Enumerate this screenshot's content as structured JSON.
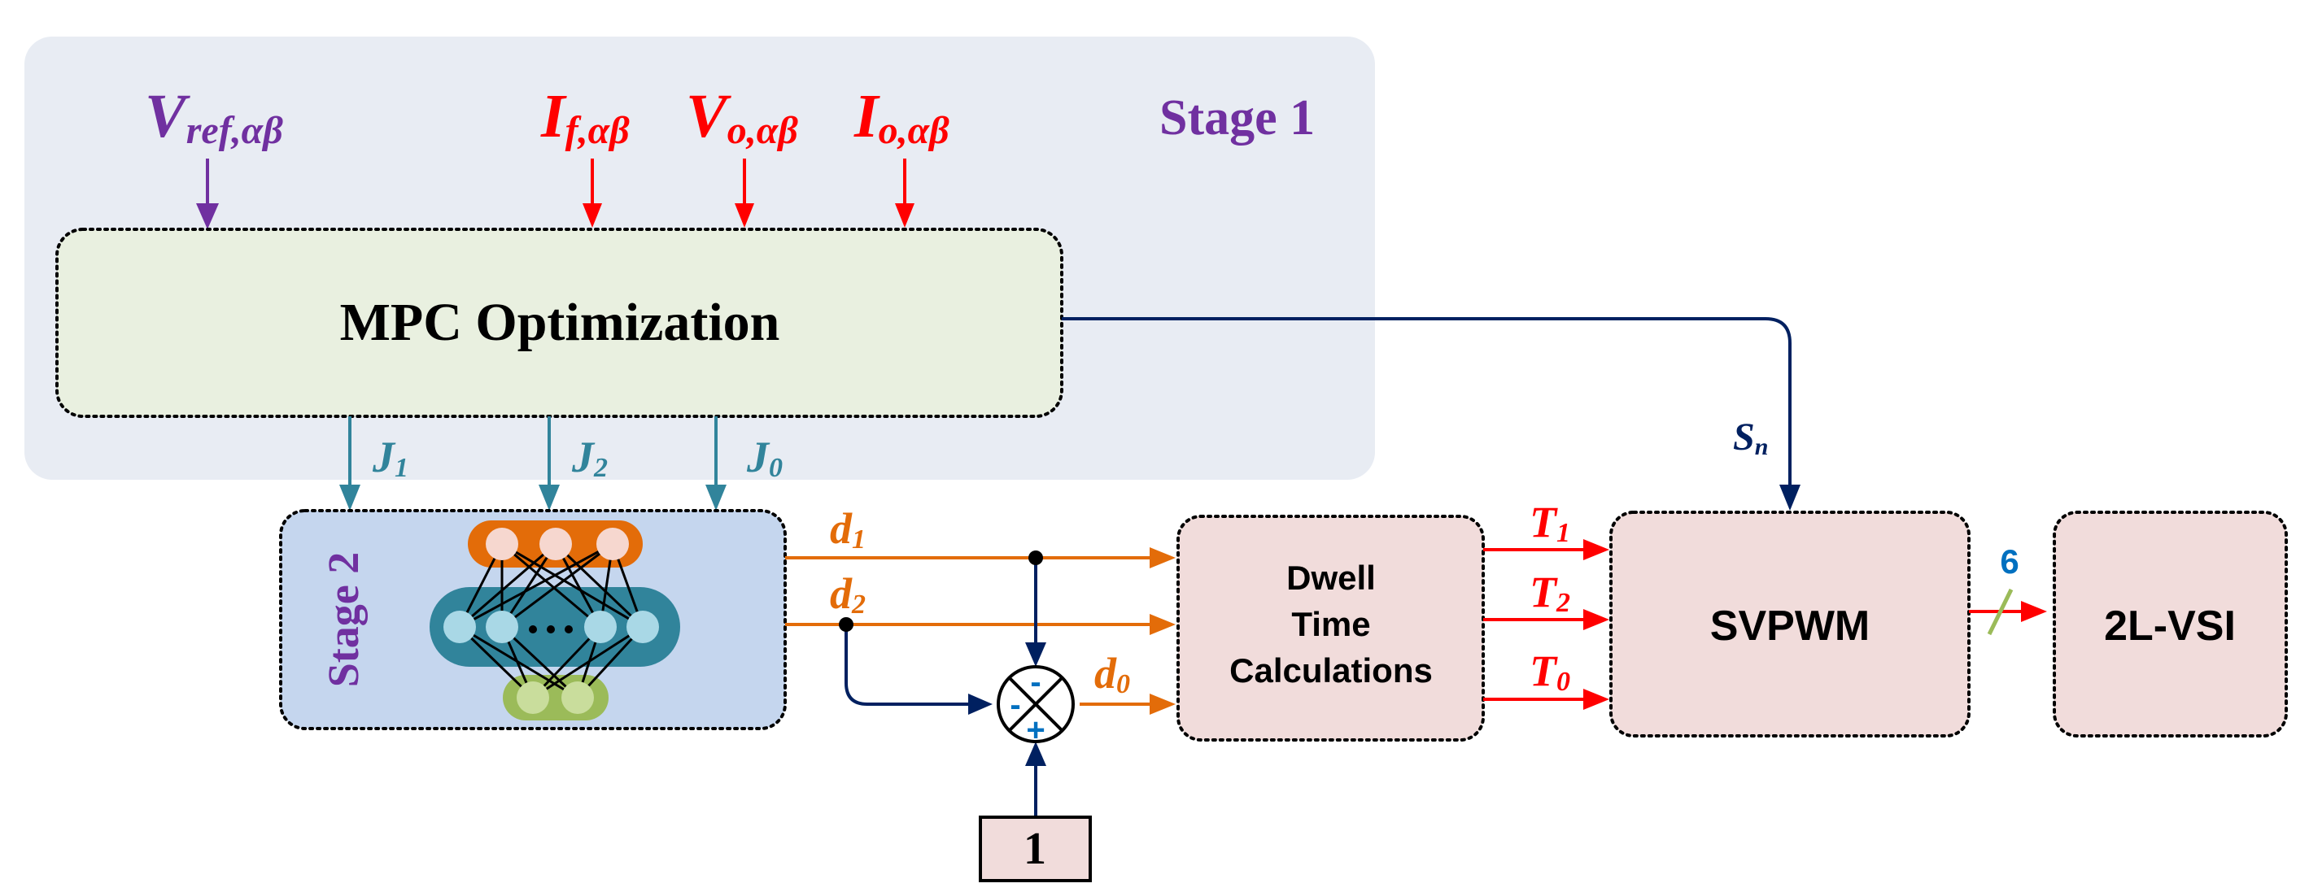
{
  "stage1": {
    "label": "Stage 1",
    "color": "#7030a0"
  },
  "stage2": {
    "label": "Stage 2",
    "color": "#7030a0"
  },
  "inputs": [
    {
      "main": "V",
      "sub": "ref,αβ",
      "color": "#7030a0"
    },
    {
      "main": "I",
      "sub": "f,αβ",
      "color": "#ff0000"
    },
    {
      "main": "V",
      "sub": "o,αβ",
      "color": "#ff0000"
    },
    {
      "main": "I",
      "sub": "o,αβ",
      "color": "#ff0000"
    }
  ],
  "blocks": {
    "mpc": {
      "label": "MPC Optimization"
    },
    "dwell": {
      "lines": [
        "Dwell",
        "Time",
        "Calculations"
      ]
    },
    "svpwm": {
      "label": "SVPWM"
    },
    "vsi": {
      "label": "2L-VSI"
    },
    "const": {
      "label": "1"
    }
  },
  "costs": [
    {
      "main": "J",
      "sub": "1"
    },
    {
      "main": "J",
      "sub": "2"
    },
    {
      "main": "J",
      "sub": "0"
    }
  ],
  "duties": [
    {
      "main": "d",
      "sub": "1"
    },
    {
      "main": "d",
      "sub": "2"
    },
    {
      "main": "d",
      "sub": "0"
    }
  ],
  "times": [
    {
      "main": "T",
      "sub": "1"
    },
    {
      "main": "T",
      "sub": "2"
    },
    {
      "main": "T",
      "sub": "0"
    }
  ],
  "switch_signal": {
    "main": "S",
    "sub": "n"
  },
  "sum_signs": {
    "top": "-",
    "left": "-",
    "bottom": "+"
  },
  "bus_width": "6",
  "colors": {
    "stage1_bg": "#e8ecf3",
    "mpc_bg": "#e9f0e0",
    "stage2_bg": "#c5d6ee",
    "pink_bg": "#f1dcdb",
    "teal": "#31849b",
    "orange": "#e36c09",
    "red": "#ff0000",
    "navy": "#002060",
    "blue_text": "#0070c0",
    "purple": "#7030a0",
    "nn_orange": "#e36c09",
    "nn_teal": "#31849b",
    "nn_green": "#9bbb59"
  }
}
